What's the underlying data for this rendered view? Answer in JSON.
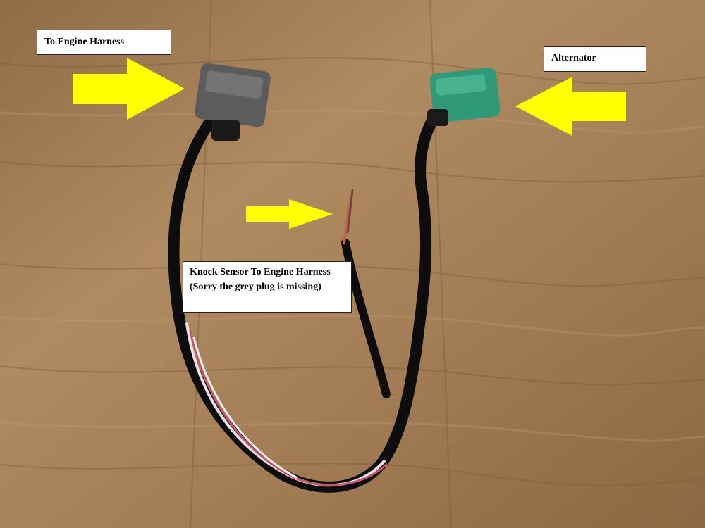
{
  "labels": {
    "engine_harness": "To Engine Harness",
    "alternator": "Alternator",
    "knock_sensor": "Knock Sensor To Engine Harness (Sorry the grey plug is missing)"
  },
  "colors": {
    "arrow": "#ffff00",
    "floor": "#a78259",
    "grey_connector": "#5c5c5c",
    "green_connector": "#2f9a78",
    "wire_sheath": "#111111"
  },
  "icons": [
    "arrow-right-icon",
    "arrow-left-icon",
    "arrow-right-icon"
  ]
}
